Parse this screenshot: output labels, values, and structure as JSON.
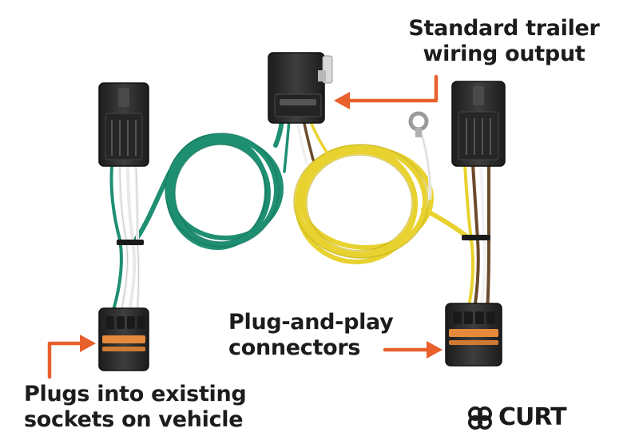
{
  "callouts": {
    "output": {
      "line1": "Standard trailer",
      "line2": "wiring output"
    },
    "connectors": {
      "line1": "Plug-and-play",
      "line2": "connectors"
    },
    "vehicle": {
      "line1": "Plugs into existing",
      "line2": "sockets on vehicle"
    }
  },
  "brand": {
    "name": "CURT"
  },
  "colors": {
    "arrow": "#e8602c",
    "green_wire": "#1f8f72",
    "yellow_wire": "#e8d230",
    "connector": "#2b2b2b",
    "seal": "#e58a3a",
    "white_wire": "#f2f2f2",
    "brown_wire": "#6b4a2b"
  }
}
